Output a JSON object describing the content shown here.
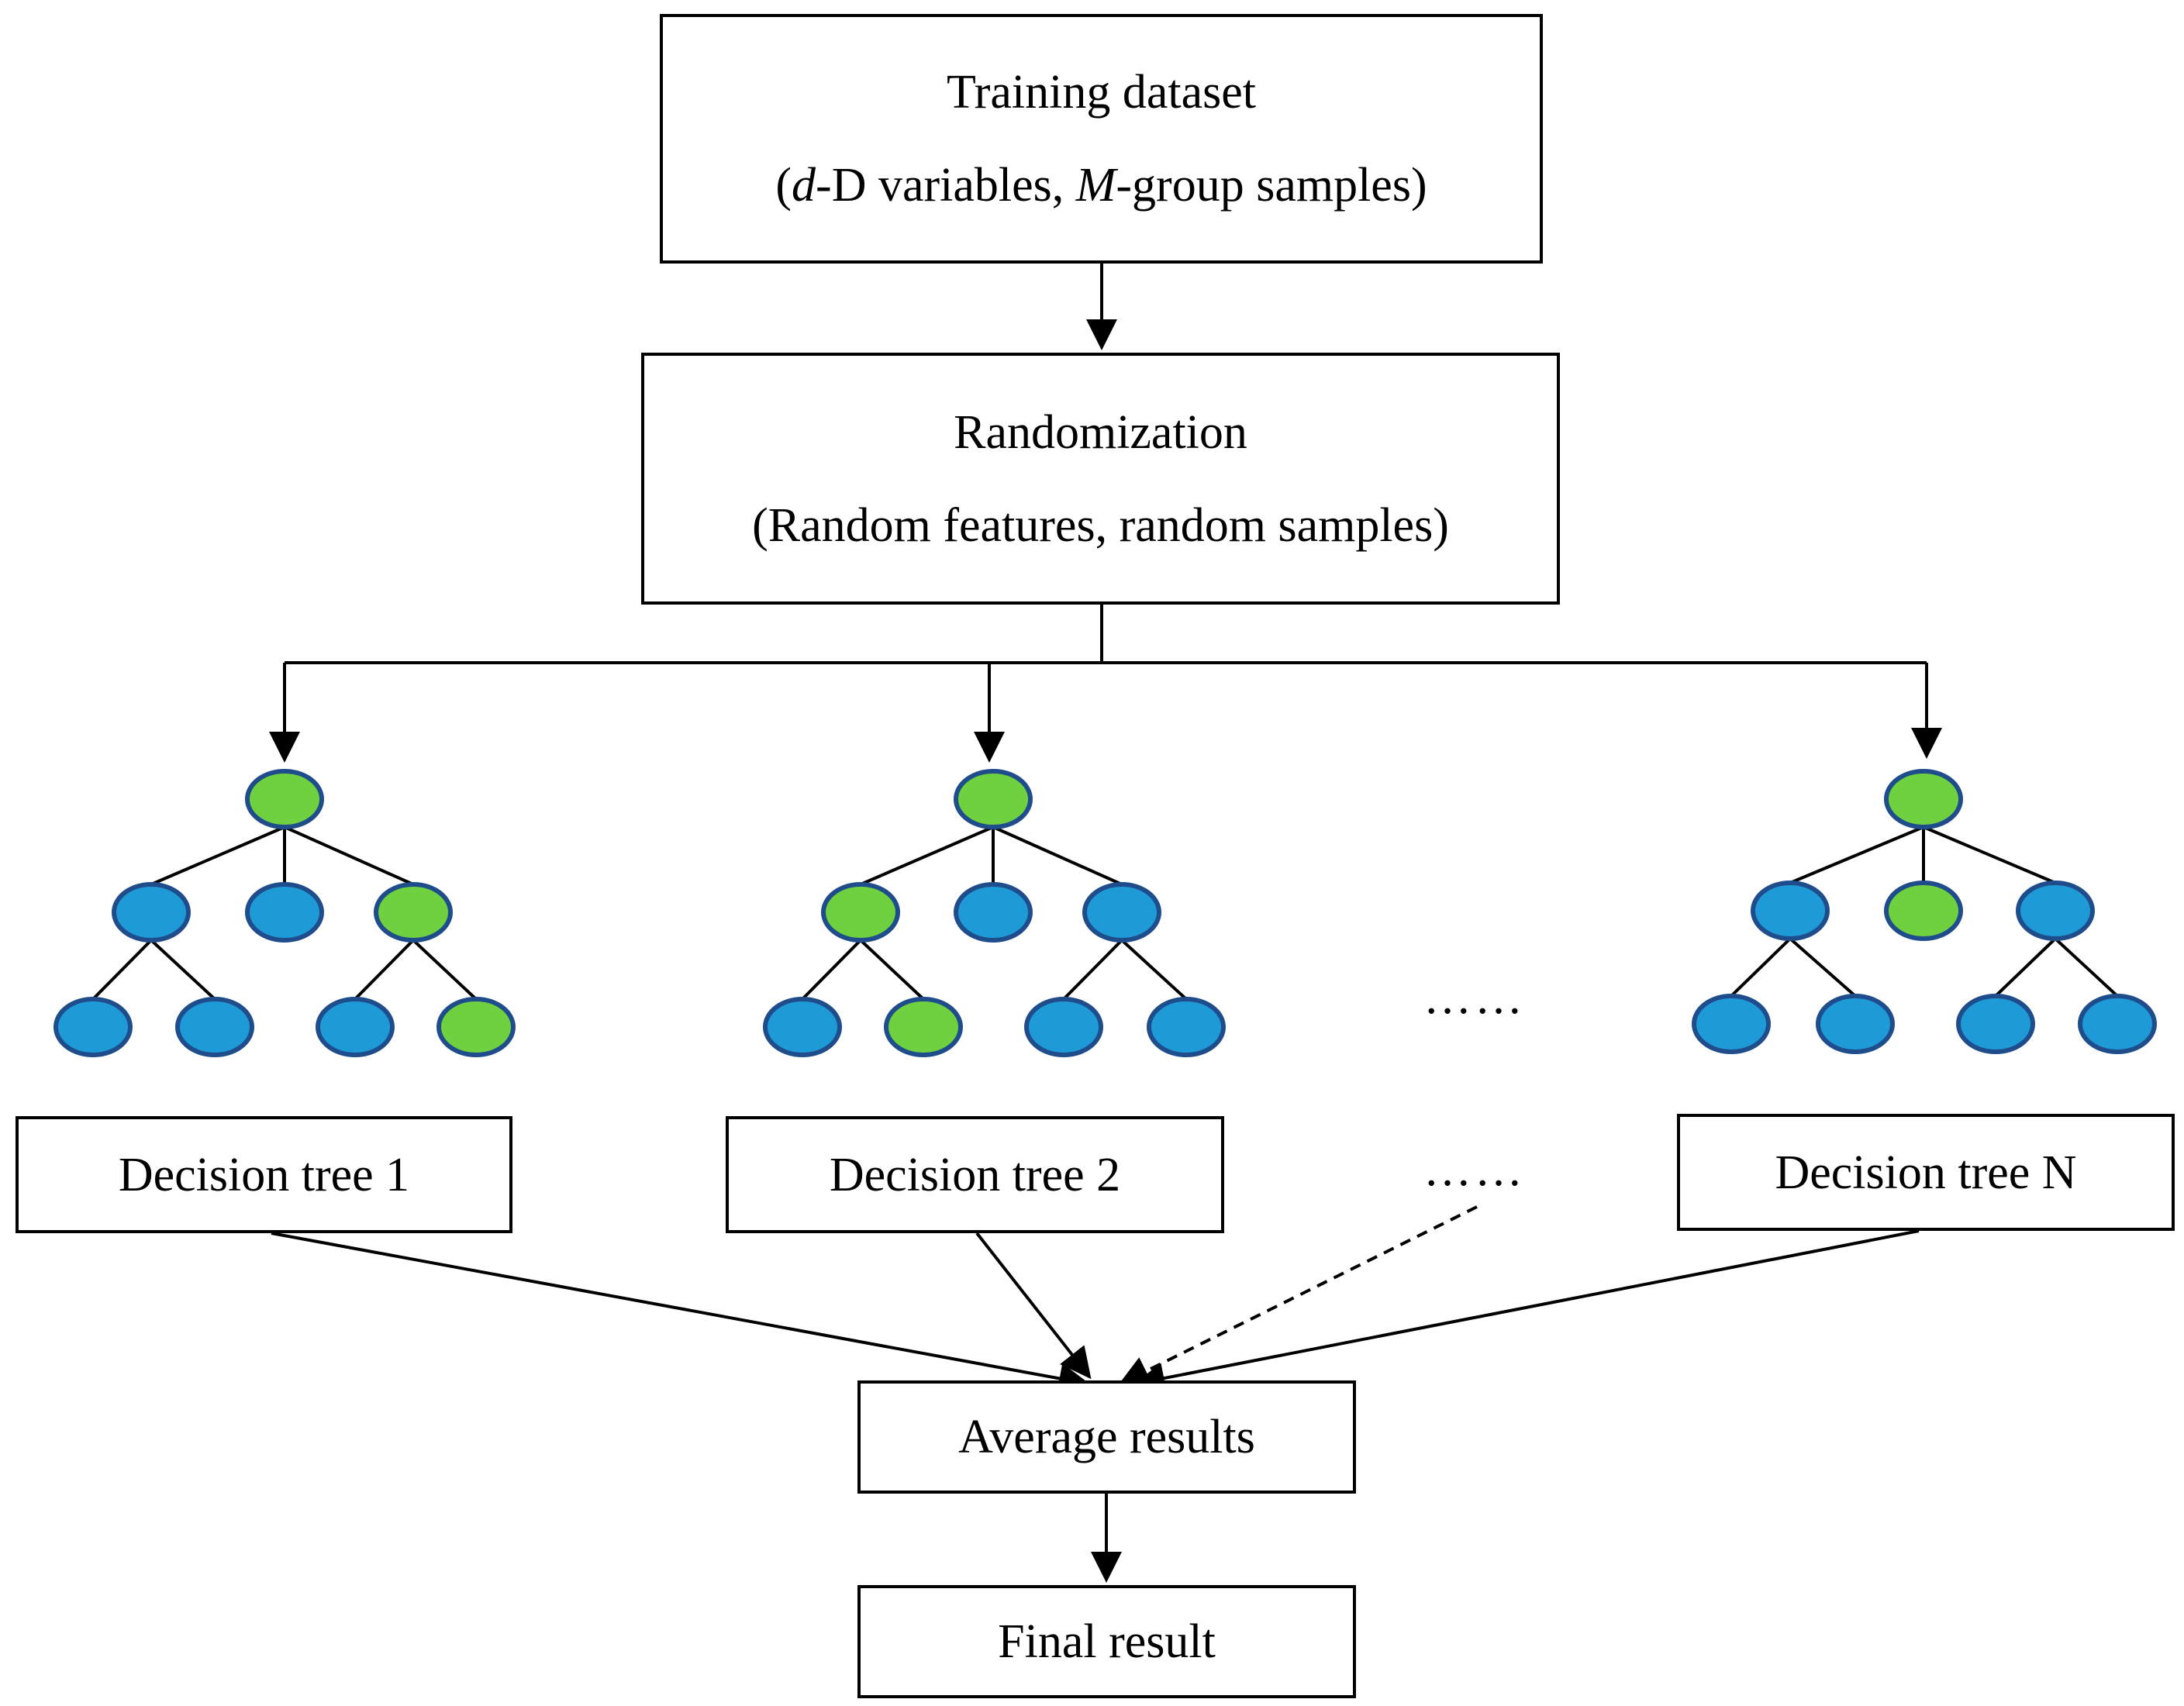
{
  "diagram": {
    "training": {
      "title": "Training dataset",
      "subtitle": {
        "p1": "(",
        "var_d": "d",
        "p2": "-D variables, ",
        "var_m": "M",
        "p3": "-group samples)"
      }
    },
    "randomization": {
      "title": "Randomization",
      "subtitle": "(Random features, random samples)"
    },
    "trees": [
      {
        "label": "Decision tree 1",
        "root": "green",
        "level2": [
          "blue",
          "blue",
          "green"
        ],
        "level3": [
          "blue",
          "blue",
          "blue",
          "green"
        ]
      },
      {
        "label": "Decision tree 2",
        "root": "green",
        "level2": [
          "green",
          "blue",
          "blue"
        ],
        "level3": [
          "blue",
          "green",
          "blue",
          "blue"
        ]
      },
      {
        "label": "Decision tree N",
        "root": "green",
        "level2": [
          "blue",
          "green",
          "blue"
        ],
        "level3": [
          "blue",
          "blue",
          "blue",
          "blue"
        ]
      }
    ],
    "ellipsis_trees": "……",
    "ellipsis_labels": "……",
    "average": "Average results",
    "final": "Final result"
  },
  "colors": {
    "node_blue": "#1e9ad6",
    "node_green": "#6fd13f",
    "node_outline": "#1f4d8c",
    "line": "#000000"
  }
}
